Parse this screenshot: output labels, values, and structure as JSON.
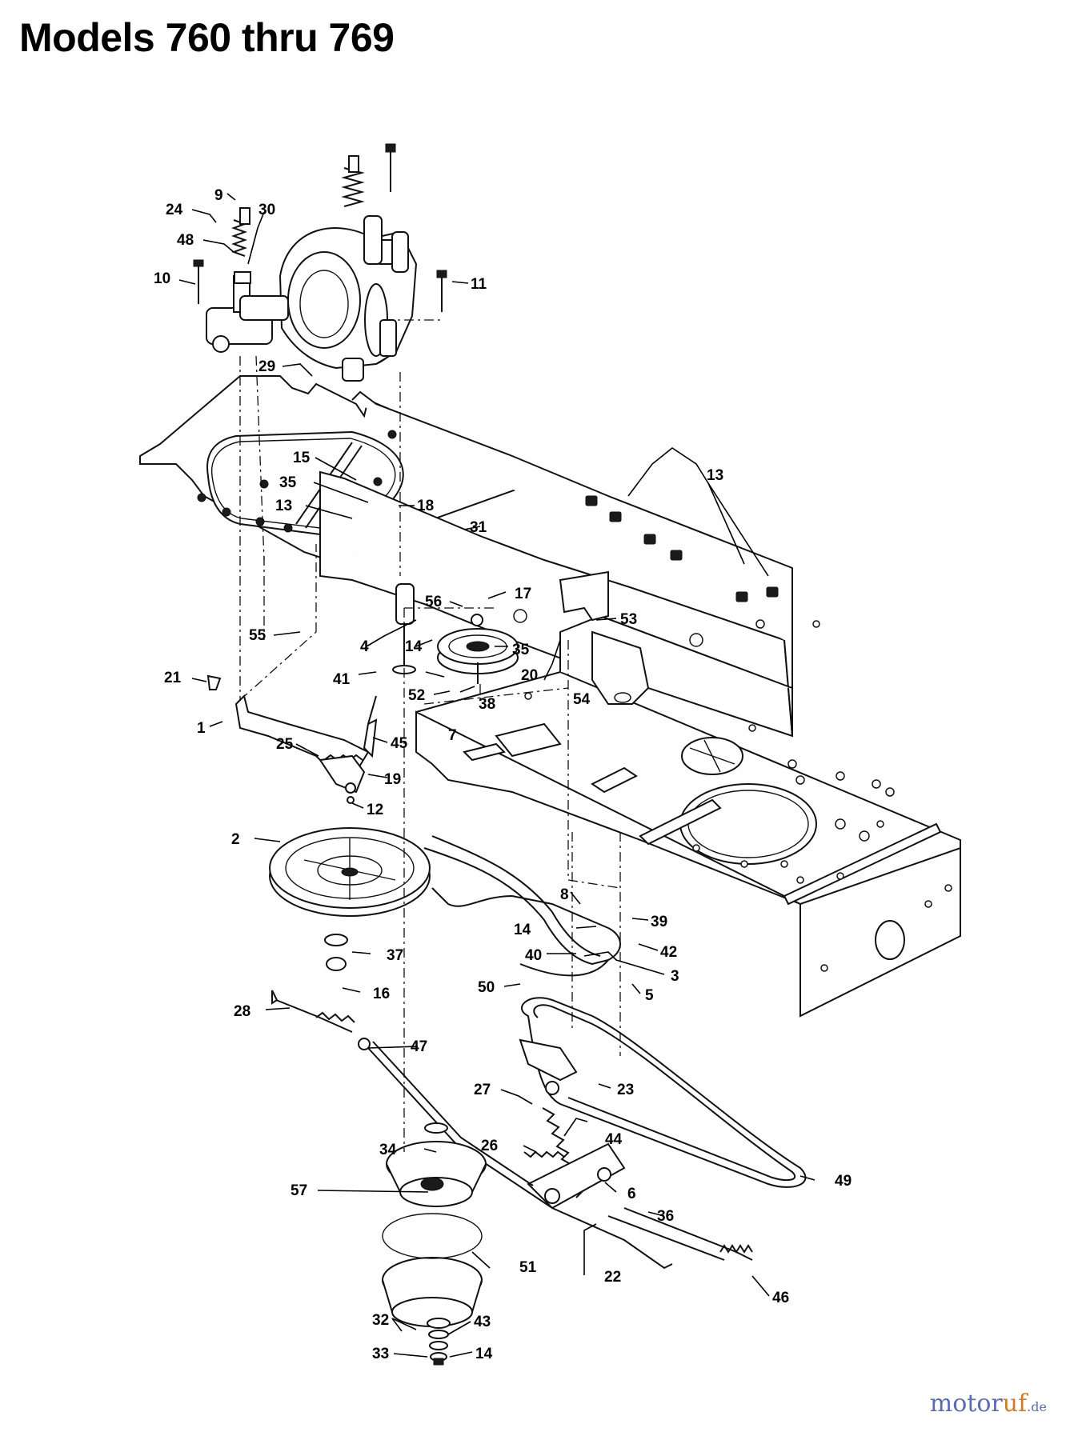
{
  "title": "Models 760 thru 769",
  "watermark": {
    "main": "motor",
    "accent": "uf",
    "tld": ".de"
  },
  "colors": {
    "ink": "#111111",
    "background": "#ffffff",
    "watermark_blue": "#5b6bb0",
    "watermark_orange": "#d07a2a"
  },
  "callouts": [
    {
      "id": "c9",
      "label": "9"
    },
    {
      "id": "c24",
      "label": "24"
    },
    {
      "id": "c30",
      "label": "30"
    },
    {
      "id": "c48",
      "label": "48"
    },
    {
      "id": "c10",
      "label": "10"
    },
    {
      "id": "c11",
      "label": "11"
    },
    {
      "id": "c29",
      "label": "29"
    },
    {
      "id": "c15",
      "label": "15"
    },
    {
      "id": "c35a",
      "label": "35"
    },
    {
      "id": "c13a",
      "label": "13"
    },
    {
      "id": "c18",
      "label": "18"
    },
    {
      "id": "c31",
      "label": "31"
    },
    {
      "id": "c13b",
      "label": "13"
    },
    {
      "id": "c17",
      "label": "17"
    },
    {
      "id": "c56",
      "label": "56"
    },
    {
      "id": "c53",
      "label": "53"
    },
    {
      "id": "c55",
      "label": "55"
    },
    {
      "id": "c4",
      "label": "4"
    },
    {
      "id": "c14a",
      "label": "14"
    },
    {
      "id": "c35b",
      "label": "35"
    },
    {
      "id": "c20",
      "label": "20"
    },
    {
      "id": "c41",
      "label": "41"
    },
    {
      "id": "c21",
      "label": "21"
    },
    {
      "id": "c52",
      "label": "52"
    },
    {
      "id": "c38",
      "label": "38"
    },
    {
      "id": "c54",
      "label": "54"
    },
    {
      "id": "c1",
      "label": "1"
    },
    {
      "id": "c7",
      "label": "7"
    },
    {
      "id": "c25",
      "label": "25"
    },
    {
      "id": "c45",
      "label": "45"
    },
    {
      "id": "c19",
      "label": "19"
    },
    {
      "id": "c12",
      "label": "12"
    },
    {
      "id": "c2",
      "label": "2"
    },
    {
      "id": "c8",
      "label": "8"
    },
    {
      "id": "c39",
      "label": "39"
    },
    {
      "id": "c14b",
      "label": "14"
    },
    {
      "id": "c42",
      "label": "42"
    },
    {
      "id": "c37",
      "label": "37"
    },
    {
      "id": "c40",
      "label": "40"
    },
    {
      "id": "c3",
      "label": "3"
    },
    {
      "id": "c16",
      "label": "16"
    },
    {
      "id": "c50",
      "label": "50"
    },
    {
      "id": "c5",
      "label": "5"
    },
    {
      "id": "c28",
      "label": "28"
    },
    {
      "id": "c47",
      "label": "47"
    },
    {
      "id": "c23",
      "label": "23"
    },
    {
      "id": "c27",
      "label": "27"
    },
    {
      "id": "c44",
      "label": "44"
    },
    {
      "id": "c34",
      "label": "34"
    },
    {
      "id": "c26",
      "label": "26"
    },
    {
      "id": "c49",
      "label": "49"
    },
    {
      "id": "c57",
      "label": "57"
    },
    {
      "id": "c6",
      "label": "6"
    },
    {
      "id": "c36",
      "label": "36"
    },
    {
      "id": "c51",
      "label": "51"
    },
    {
      "id": "c22",
      "label": "22"
    },
    {
      "id": "c46",
      "label": "46"
    },
    {
      "id": "c32",
      "label": "32"
    },
    {
      "id": "c43",
      "label": "43"
    },
    {
      "id": "c33",
      "label": "33"
    },
    {
      "id": "c14c",
      "label": "14"
    }
  ]
}
